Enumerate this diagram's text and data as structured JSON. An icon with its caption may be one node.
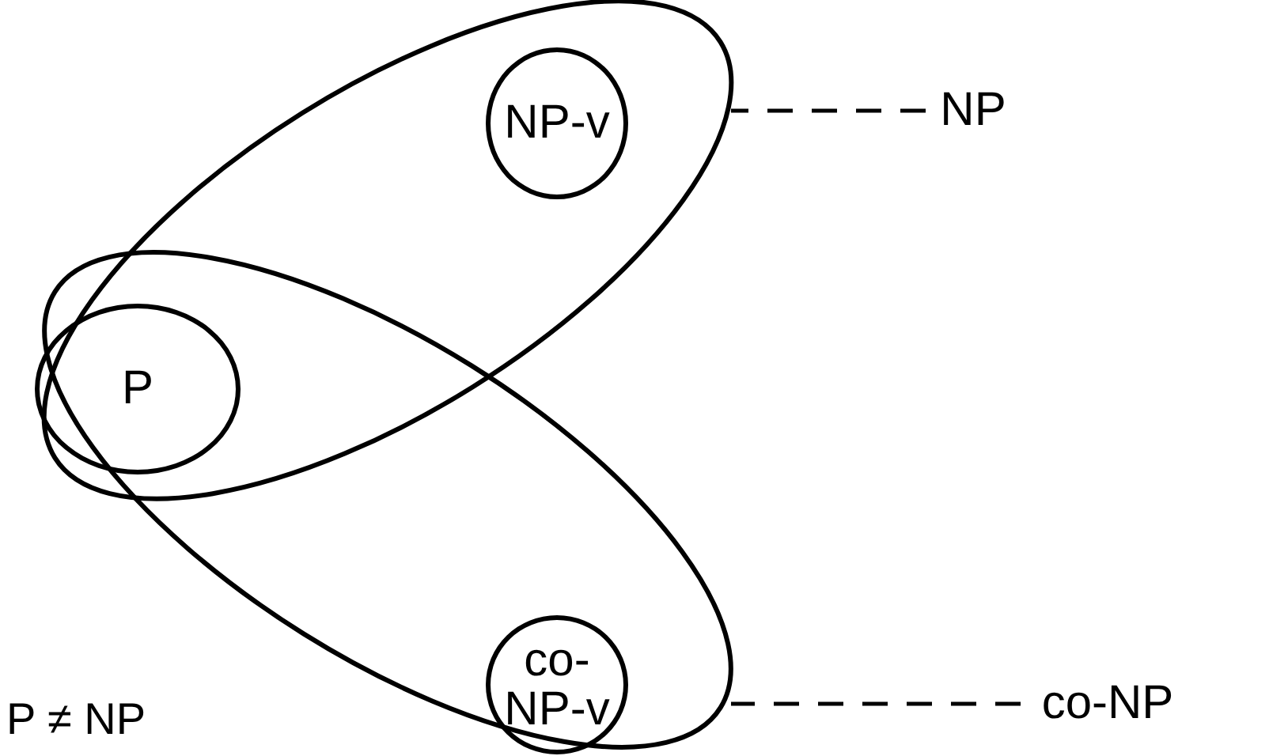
{
  "diagram": {
    "nodes": [
      {
        "text": [],
        "shape": "ellipse"
      },
      {
        "text": [
          "NP-v"
        ],
        "in": 0
      },
      {
        "text": [
          "P"
        ]
      },
      {
        "text": [],
        "shape": "ellipse"
      },
      {
        "text": [
          "co- NP-v"
        ],
        "in": 3
      },
      {
        "text": [
          "NP"
        ]
      },
      {
        "text": [
          "co-NP"
        ]
      }
    ],
    "edges": [
      {
        "from": 5,
        "to": 0,
        "arrow": "none",
        "style": "dashed"
      },
      {
        "from": 6,
        "to": 3,
        "arrow": "none",
        "style": "dashed"
      }
    ],
    "labels": [
      "P ≠ NP"
    ]
  }
}
